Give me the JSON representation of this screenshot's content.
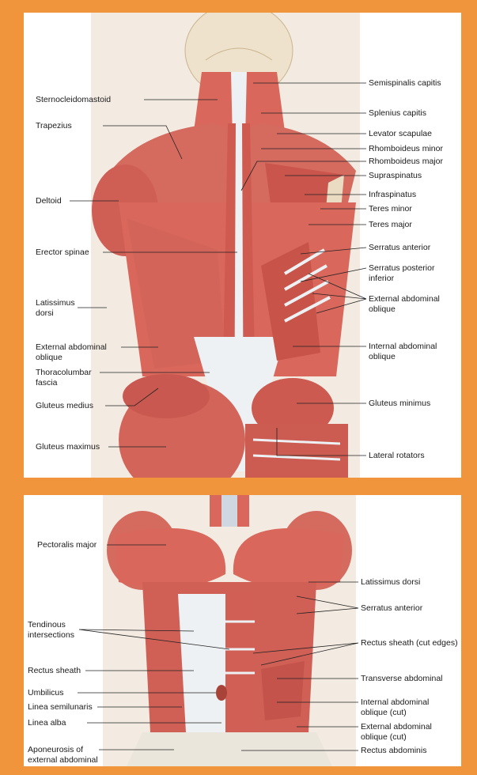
{
  "colors": {
    "border": "#f0953c",
    "muscle": "#d9675c",
    "muscle_dark": "#b84a42",
    "tendon": "#e8ecef",
    "skin": "#f1e4d4",
    "bone": "#e8dcc3"
  },
  "posterior_view": {
    "labels_left": {
      "sternocleidomastoid": "Sternocleidomastoid",
      "trapezius": "Trapezius",
      "deltoid": "Deltoid",
      "erector_spinae": "Erector spinae",
      "latissimus_dorsi": "Latissimus\ndorsi",
      "external_abdominal_oblique": "External abdominal\noblique",
      "thoracolumbar_fascia": "Thoracolumbar\nfascia",
      "gluteus_medius": "Gluteus medius",
      "gluteus_maximus": "Gluteus maximus"
    },
    "labels_right": {
      "semispinalis_capitis": "Semispinalis capitis",
      "splenius_capitis": "Splenius capitis",
      "levator_scapulae": "Levator scapulae",
      "rhomboideus_minor": "Rhomboideus minor",
      "rhomboideus_major": "Rhomboideus major",
      "supraspinatus": "Supraspinatus",
      "infraspinatus": "Infraspinatus",
      "teres_minor": "Teres minor",
      "teres_major": "Teres major",
      "serratus_anterior": "Serratus anterior",
      "serratus_posterior_inferior": "Serratus posterior\ninferior",
      "external_abdominal_oblique": "External abdominal\noblique",
      "internal_abdominal_oblique": "Internal abdominal\noblique",
      "gluteus_minimus": "Gluteus minimus",
      "lateral_rotators": "Lateral rotators"
    }
  },
  "anterior_view": {
    "labels_left": {
      "pectoralis_major": "Pectoralis major",
      "tendinous_intersections": "Tendinous\nintersections",
      "rectus_sheath": "Rectus sheath",
      "umbilicus": "Umbilicus",
      "linea_semilunaris": "Linea semilunaris",
      "linea_alba": "Linea alba",
      "aponeurosis": "Aponeurosis of\nexternal abdominal"
    },
    "labels_right": {
      "latissimus_dorsi": "Latissimus dorsi",
      "serratus_anterior": "Serratus anterior",
      "rectus_sheath_cut": "Rectus sheath (cut edges)",
      "transverse_abdominal": "Transverse abdominal",
      "internal_oblique_cut": "Internal abdominal\noblique (cut)",
      "external_oblique_cut": "External abdominal\noblique (cut)",
      "rectus_abdominis": "Rectus abdominis"
    }
  }
}
